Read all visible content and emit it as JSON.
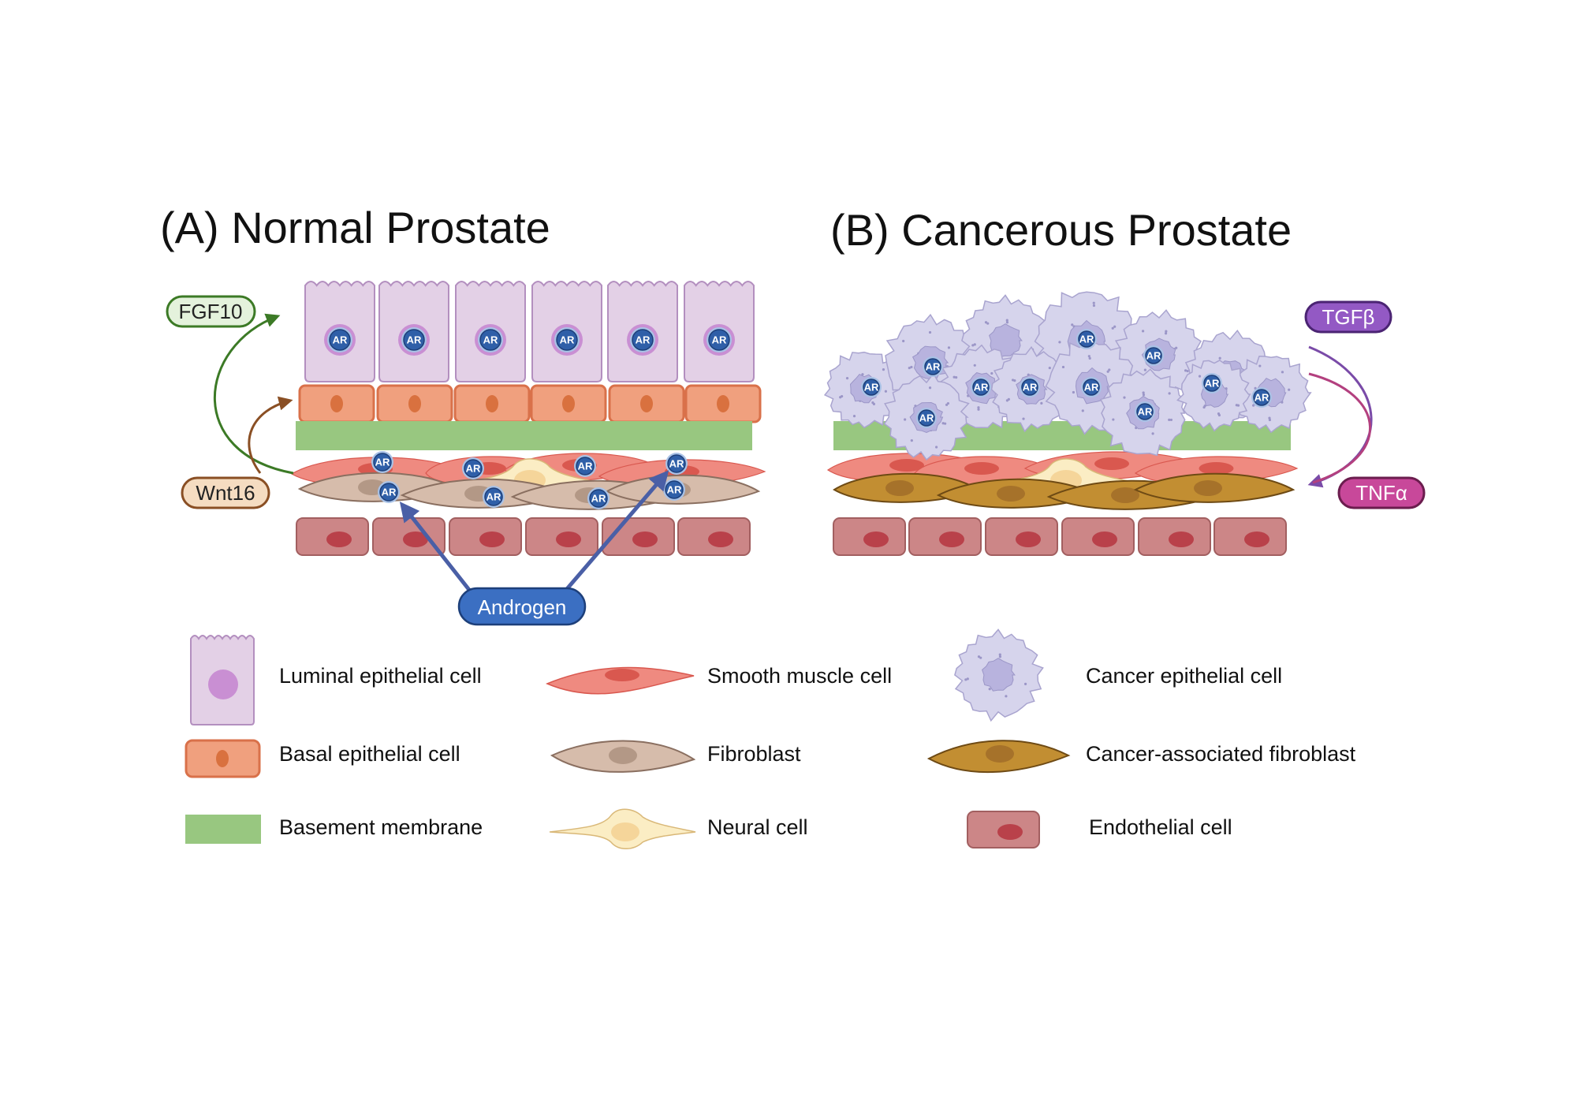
{
  "panel_a": {
    "title": "(A) Normal Prostate",
    "signals": {
      "fgf10": "FGF10",
      "wnt16": "Wnt16",
      "androgen": "Androgen"
    },
    "receptor_label": "AR"
  },
  "panel_b": {
    "title": "(B) Cancerous Prostate",
    "signals": {
      "tgfb": "TGFβ",
      "tnfa": "TNFα"
    },
    "receptor_label": "AR"
  },
  "legend": {
    "luminal": "Luminal epithelial cell",
    "basal": "Basal epithelial cell",
    "membrane": "Basement membrane",
    "smooth_muscle": "Smooth muscle cell",
    "fibroblast": "Fibroblast",
    "neural": "Neural cell",
    "cancer_epithelial": "Cancer epithelial cell",
    "caf": "Cancer-associated fibroblast",
    "endothelial": "Endothelial cell"
  },
  "colors": {
    "luminal_fill": "#e3d0e6",
    "luminal_stroke": "#b38fbf",
    "luminal_nucleus": "#c98fd3",
    "basal_fill": "#f0a07e",
    "basal_stroke": "#d9714a",
    "basal_nucleus": "#d9713f",
    "membrane": "#98c780",
    "smooth_muscle": "#ef8a80",
    "smooth_muscle_nucleus": "#d9584f",
    "fibroblast": "#d6bcab",
    "fibroblast_nucleus": "#b39886",
    "neural": "#fbedc4",
    "neural_nucleus": "#f5d59a",
    "endothelial": "#cc8687",
    "endothelial_nucleus": "#b9414a",
    "cancer_epithelial": "#d6d4ec",
    "cancer_nucleus": "#b8b3de",
    "caf": "#c28e32",
    "caf_nucleus": "#a6722a",
    "ar_blue": "#2f5fa8",
    "fgf10_arrow": "#3c7a26",
    "wnt16_arrow": "#8a4f24",
    "androgen_fill": "#3b6fc2",
    "tgfb_fill": "#9359c4",
    "tnfa_fill": "#c8489a"
  },
  "icons": [
    "luminal-epithelial-cell-icon",
    "basal-epithelial-cell-icon",
    "basement-membrane-icon",
    "smooth-muscle-cell-icon",
    "fibroblast-icon",
    "neural-cell-icon",
    "cancer-epithelial-cell-icon",
    "cancer-associated-fibroblast-icon",
    "endothelial-cell-icon"
  ]
}
